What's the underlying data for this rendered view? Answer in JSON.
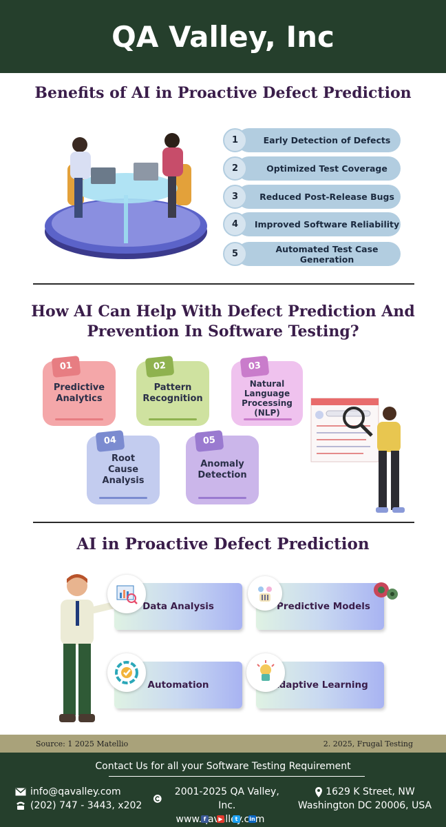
{
  "header": {
    "title": "QA Valley, Inc"
  },
  "section1": {
    "title": "Benefits of AI in Proactive Defect Prediction",
    "benefits": [
      {
        "num": "1",
        "label": "Early Detection of Defects"
      },
      {
        "num": "2",
        "label": "Optimized Test Coverage"
      },
      {
        "num": "3",
        "label": "Reduced Post-Release Bugs"
      },
      {
        "num": "4",
        "label": "Improved Software Reliability"
      },
      {
        "num": "5",
        "label": "Automated Test Case Generation"
      }
    ]
  },
  "section2": {
    "title_line1": "How AI Can Help With Defect Prediction And",
    "title_line2": "Prevention In Software Testing?",
    "cards": [
      {
        "num": "01",
        "label": "Predictive Analytics",
        "bg": "#f4a7a9",
        "accent": "#e77d82"
      },
      {
        "num": "02",
        "label": "Pattern Recognition",
        "bg": "#cfe2a0",
        "accent": "#8fb24f"
      },
      {
        "num": "03",
        "label": "Natural Language Processing (NLP)",
        "bg": "#efc2ee",
        "accent": "#c97ccb"
      },
      {
        "num": "04",
        "label": "Root Cause Analysis",
        "bg": "#c3ccef",
        "accent": "#7b8bd0"
      },
      {
        "num": "05",
        "label": "Anomaly Detection",
        "bg": "#cbb6ea",
        "accent": "#9a7ad0"
      }
    ]
  },
  "section3": {
    "title": "AI in Proactive Defect Prediction",
    "items": [
      {
        "label": "Data Analysis",
        "icon": "data-analysis-icon"
      },
      {
        "label": "Predictive Models",
        "icon": "predictive-models-icon"
      },
      {
        "label": "Automation",
        "icon": "automation-icon"
      },
      {
        "label": "Adaptive Learning",
        "icon": "adaptive-learning-icon"
      }
    ]
  },
  "source": {
    "left": "Source: 1 2025 Matellio",
    "right": "2. 2025, Frugal Testing"
  },
  "footer": {
    "contact": "Contact Us for all your Software Testing Requirement",
    "email": "info@qavalley.com",
    "phone": "(202) 747 - 3443, x202",
    "copyright": "2001-2025 QA Valley, Inc.",
    "website": "www.qavalley.com",
    "address1": "1629 K Street, NW",
    "address2": "Washington DC 20006, USA"
  }
}
